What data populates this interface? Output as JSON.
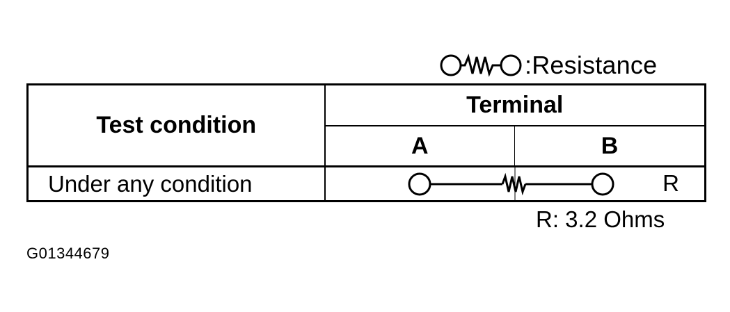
{
  "legend": {
    "symbol_icon": "resistor-symbol-icon",
    "label": ":Resistance"
  },
  "table": {
    "header_condition": "Test condition",
    "header_terminal": "Terminal",
    "terminal_a": "A",
    "terminal_b": "B",
    "rows": [
      {
        "condition": "Under any condition",
        "connection_icon": "resistance-connection-icon",
        "symbol": "R"
      }
    ]
  },
  "note": "R: 3.2 Ohms",
  "figure_id": "G01344679"
}
